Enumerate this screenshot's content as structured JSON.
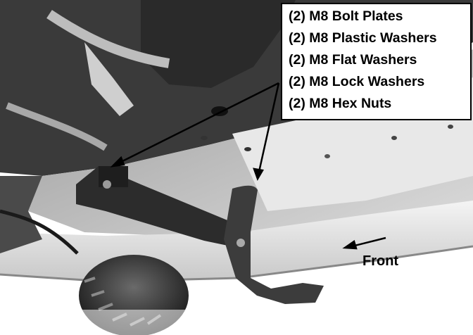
{
  "callout": {
    "items": [
      "(2) M8 Bolt Plates",
      "(2) M8 Plastic Washers",
      "(2) M8 Flat Washers",
      "(2) M8 Lock Washers",
      "(2) M8 Hex Nuts"
    ]
  },
  "direction_label": "Front",
  "icons": [
    "direction-arrow-icon",
    "callout-arrow-icon"
  ],
  "colors": {
    "ink": "#000000",
    "background": "#ffffff"
  }
}
